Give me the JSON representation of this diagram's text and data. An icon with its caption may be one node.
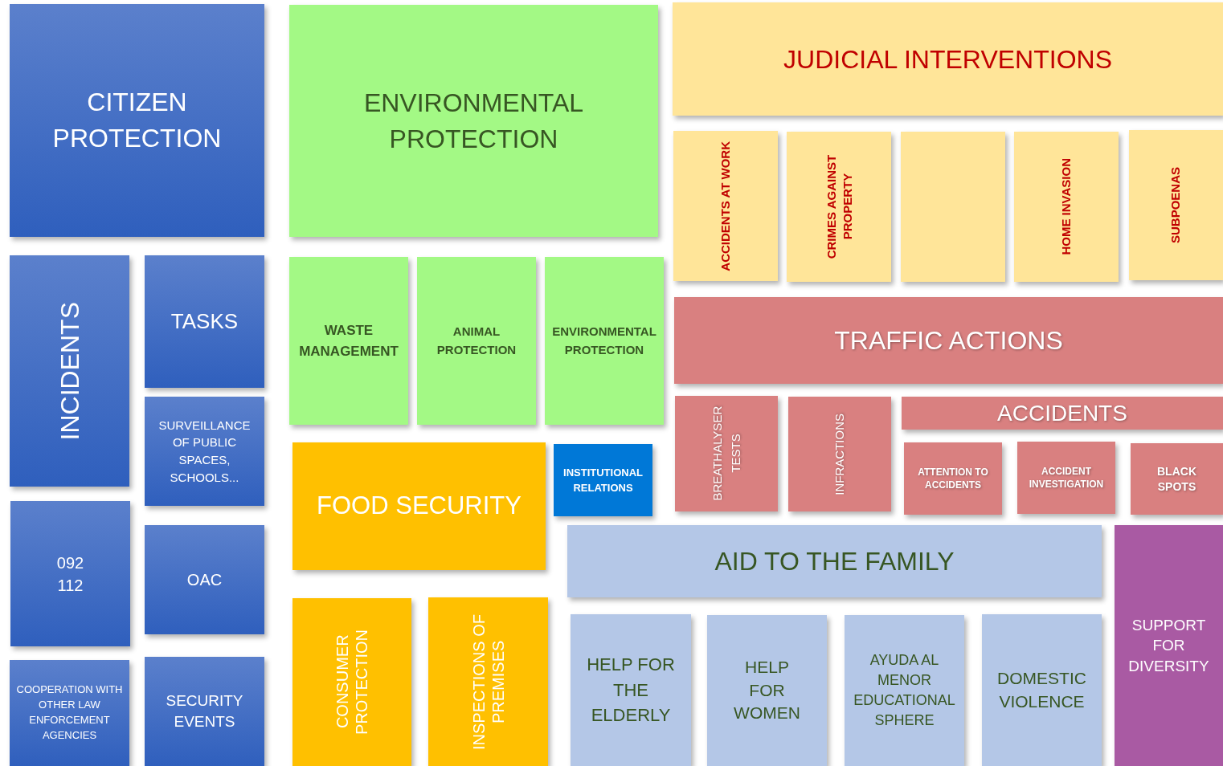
{
  "diagram": {
    "nodes": [
      {
        "text": [
          "CITIZEN PROTECTION"
        ]
      },
      {
        "text": [
          "INCIDENTS"
        ]
      },
      {
        "text": [
          "TASKS"
        ]
      },
      {
        "text": [
          "SURVEILLANCE OF PUBLIC SPACES, SCHOOLS..."
        ]
      },
      {
        "text": [
          "092",
          "112"
        ]
      },
      {
        "text": [
          "OAC"
        ]
      },
      {
        "text": [
          "COOPERATION WITH OTHER LAW ENFORCEMENT AGENCIES"
        ]
      },
      {
        "text": [
          "SECURITY EVENTS"
        ]
      },
      {
        "text": [
          "ENVIRONMENTAL PROTECTION"
        ]
      },
      {
        "text": [
          "WASTE MANAGEMENT"
        ]
      },
      {
        "text": [
          "ANIMAL PROTECTION"
        ]
      },
      {
        "text": [
          "ENVIRONMENTAL PROTECTION"
        ]
      },
      {
        "text": [
          "FOOD SECURITY"
        ]
      },
      {
        "text": [
          "INSTITUTIONAL RELATIONS"
        ]
      },
      {
        "text": [
          "CONSUMER PROTECTION"
        ]
      },
      {
        "text": [
          "INSPECTIONS OF PREMISES"
        ]
      },
      {
        "text": [
          "JUDICIAL INTERVENTIONS"
        ]
      },
      {
        "text": [
          "ACCIDENTS AT WORK"
        ]
      },
      {
        "text": [
          "CRIMES AGAINST PROPERTY"
        ]
      },
      {
        "text": [],
        "shape": "box"
      },
      {
        "text": [
          "HOME INVASION"
        ]
      },
      {
        "text": [
          "SUBPOENAS"
        ]
      },
      {
        "text": [
          "TRAFFIC ACTIONS"
        ]
      },
      {
        "text": [
          "BREATHALYSER TESTS"
        ]
      },
      {
        "text": [
          "INFRACTIONS"
        ]
      },
      {
        "text": [
          "ACCIDENTS"
        ]
      },
      {
        "text": [
          "ATTENTION TO ACCIDENTS"
        ]
      },
      {
        "text": [
          "ACCIDENT INVESTIGATION"
        ]
      },
      {
        "text": [
          "BLACK SPOTS"
        ]
      },
      {
        "text": [
          "AID TO THE FAMILY"
        ]
      },
      {
        "text": [
          "HELP FOR THE ELDERLY"
        ]
      },
      {
        "text": [
          "HELP FOR WOMEN"
        ]
      },
      {
        "text": [
          "AYUDA AL MENOR EDUCATIONAL SPHERE"
        ]
      },
      {
        "text": [
          "DOMESTIC VIOLENCE"
        ]
      },
      {
        "text": [
          "SUPPORT FOR DIVERSITY"
        ]
      }
    ]
  }
}
